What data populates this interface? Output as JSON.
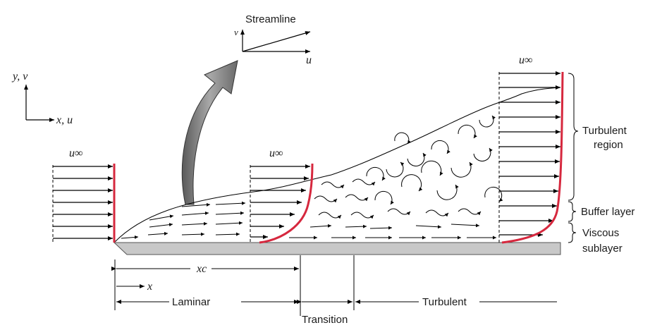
{
  "labels": {
    "streamline": "Streamline",
    "v_small": "v",
    "u_small": "u",
    "y_v": "y, v",
    "x_u": "x, u",
    "u_inf": "u∞",
    "turbulent_region_1": "Turbulent",
    "turbulent_region_2": "region",
    "buffer_layer": "Buffer layer",
    "viscous_1": "Viscous",
    "viscous_2": "sublayer",
    "xc": "xc",
    "x": "x",
    "laminar": "Laminar",
    "transition": "Transition",
    "turbulent": "Turbulent"
  },
  "colors": {
    "profile_red": "#d6283e",
    "plate_gray": "#c8c8c8",
    "arrow_gray": "#8a8a8a"
  }
}
